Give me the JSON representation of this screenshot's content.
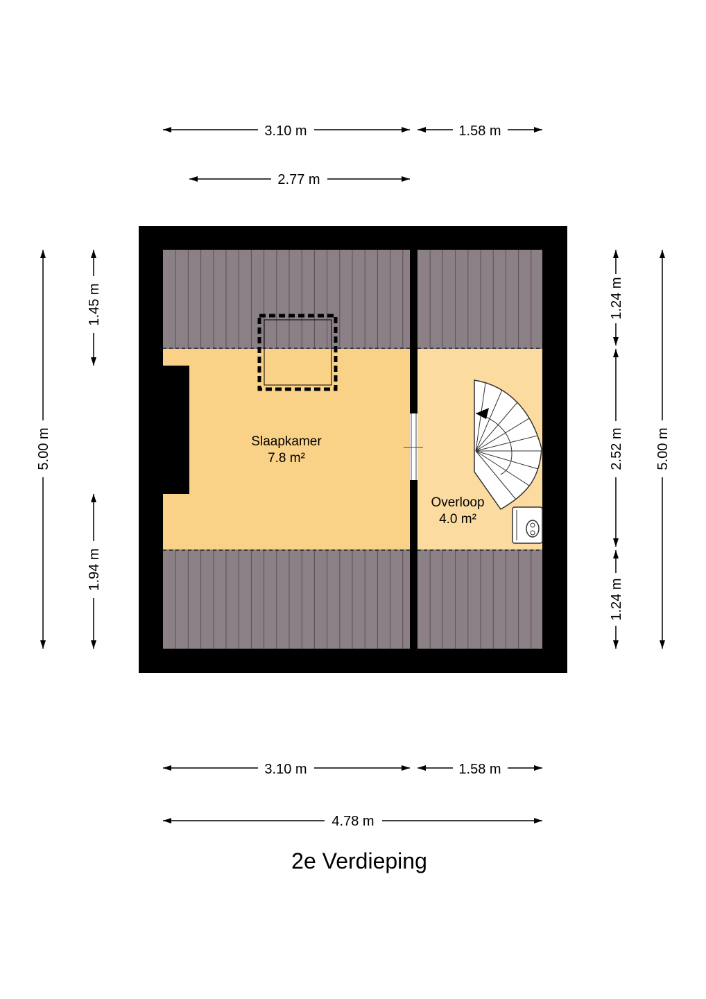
{
  "colors": {
    "wall": "#000000",
    "roof_slope": "#8c8087",
    "roof_line": "#5a4f56",
    "slaapkamer_floor": "#fad287",
    "overloop_floor": "#fbdba0",
    "stair": "#ffffff"
  },
  "dimensions": {
    "top_left": "3.10 m",
    "top_right": "1.58 m",
    "top_inner": "2.77 m",
    "bottom_left": "3.10 m",
    "bottom_right": "1.58 m",
    "bottom_total": "4.78 m",
    "left_outer": "5.00 m",
    "left_upper": "1.45 m",
    "left_lower": "1.94 m",
    "right_upper": "1.24 m",
    "right_middle": "2.52 m",
    "right_lower": "1.24 m",
    "right_outer": "5.00 m"
  },
  "rooms": {
    "slaapkamer": {
      "name": "Slaapkamer",
      "area": "7.8 m²"
    },
    "overloop": {
      "name": "Overloop",
      "area": "4.0 m²"
    }
  },
  "icons": {
    "skylight": "dashed-square-icon",
    "stairs": "spiral-stair-icon",
    "boiler": "boiler-icon"
  },
  "floor_title": "2e Verdieping"
}
